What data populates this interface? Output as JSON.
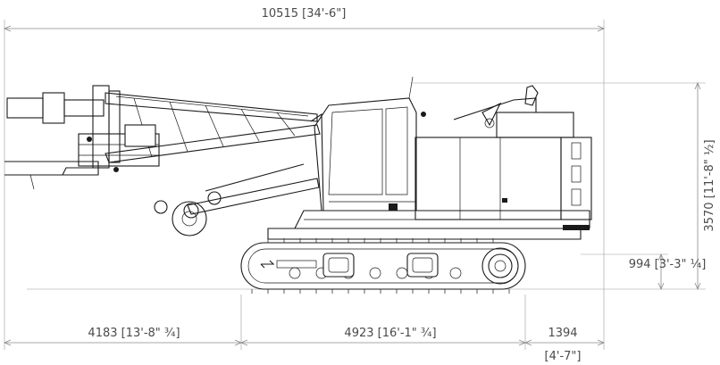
{
  "dimensions": {
    "overall_length": "10515 [34'-6\"]",
    "overall_height": "3570 [11'-8\" ½]",
    "ground_clearance": "994 [3'-3\" ¼]",
    "front_overhang": "4183 [13'-8\" ¾]",
    "track_length": "4923 [16'-1\" ¾]",
    "rear_overhang_mm": "1394",
    "rear_overhang_imperial": "[4'-7\"]"
  },
  "colors": {
    "line": "#1a1a1a",
    "dimension": "#8a8a8a",
    "text": "#4a4a4a"
  }
}
